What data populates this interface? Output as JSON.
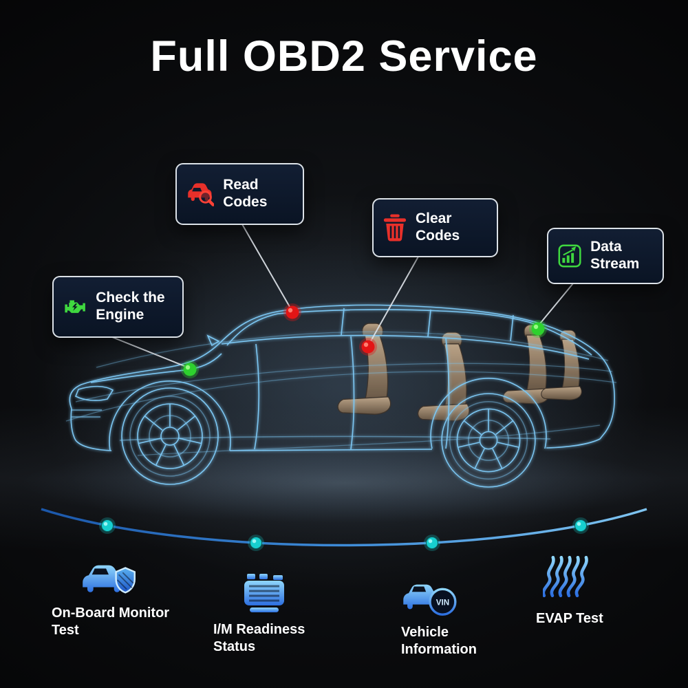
{
  "title": "Full OBD2 Service",
  "callouts": {
    "read_codes": {
      "label": "Read Codes",
      "icon": "car-scan-search-icon",
      "accent": "#e8302a",
      "dot_color": "#e31515"
    },
    "clear_codes": {
      "label": "Clear Codes",
      "icon": "trash-icon",
      "accent": "#e8302a",
      "dot_color": "#e31515"
    },
    "data_stream": {
      "label": "Data Stream",
      "icon": "data-chart-icon",
      "accent": "#3fd83f",
      "dot_color": "#2ed12e"
    },
    "check_engine": {
      "label": "Check the Engine",
      "icon": "check-engine-icon",
      "accent": "#3fd83f",
      "dot_color": "#2ed12e"
    }
  },
  "features": {
    "onboard_monitor": {
      "label": "On-Board Monitor Test",
      "icon": "car-shield-icon"
    },
    "im_readiness": {
      "label": "I/M Readiness Status",
      "icon": "engine-block-icon"
    },
    "vehicle_info": {
      "label": "Vehicle Information",
      "icon": "car-vin-badge-icon",
      "badge": "VIN"
    },
    "evap_test": {
      "label": "EVAP Test",
      "icon": "evap-flow-icon"
    }
  },
  "colors": {
    "background": "#060708",
    "callout_background": "#0d1726",
    "callout_border": "#e8edf2",
    "text": "#ffffff",
    "wireframe_blue": "#7cc6f2",
    "timeline_line_blue": "#3e8cd8",
    "timeline_dot_teal": "#17cfcf",
    "alert_red": "#e31515",
    "ok_green": "#2ed12e",
    "seat_tan": "#b99e7f"
  }
}
